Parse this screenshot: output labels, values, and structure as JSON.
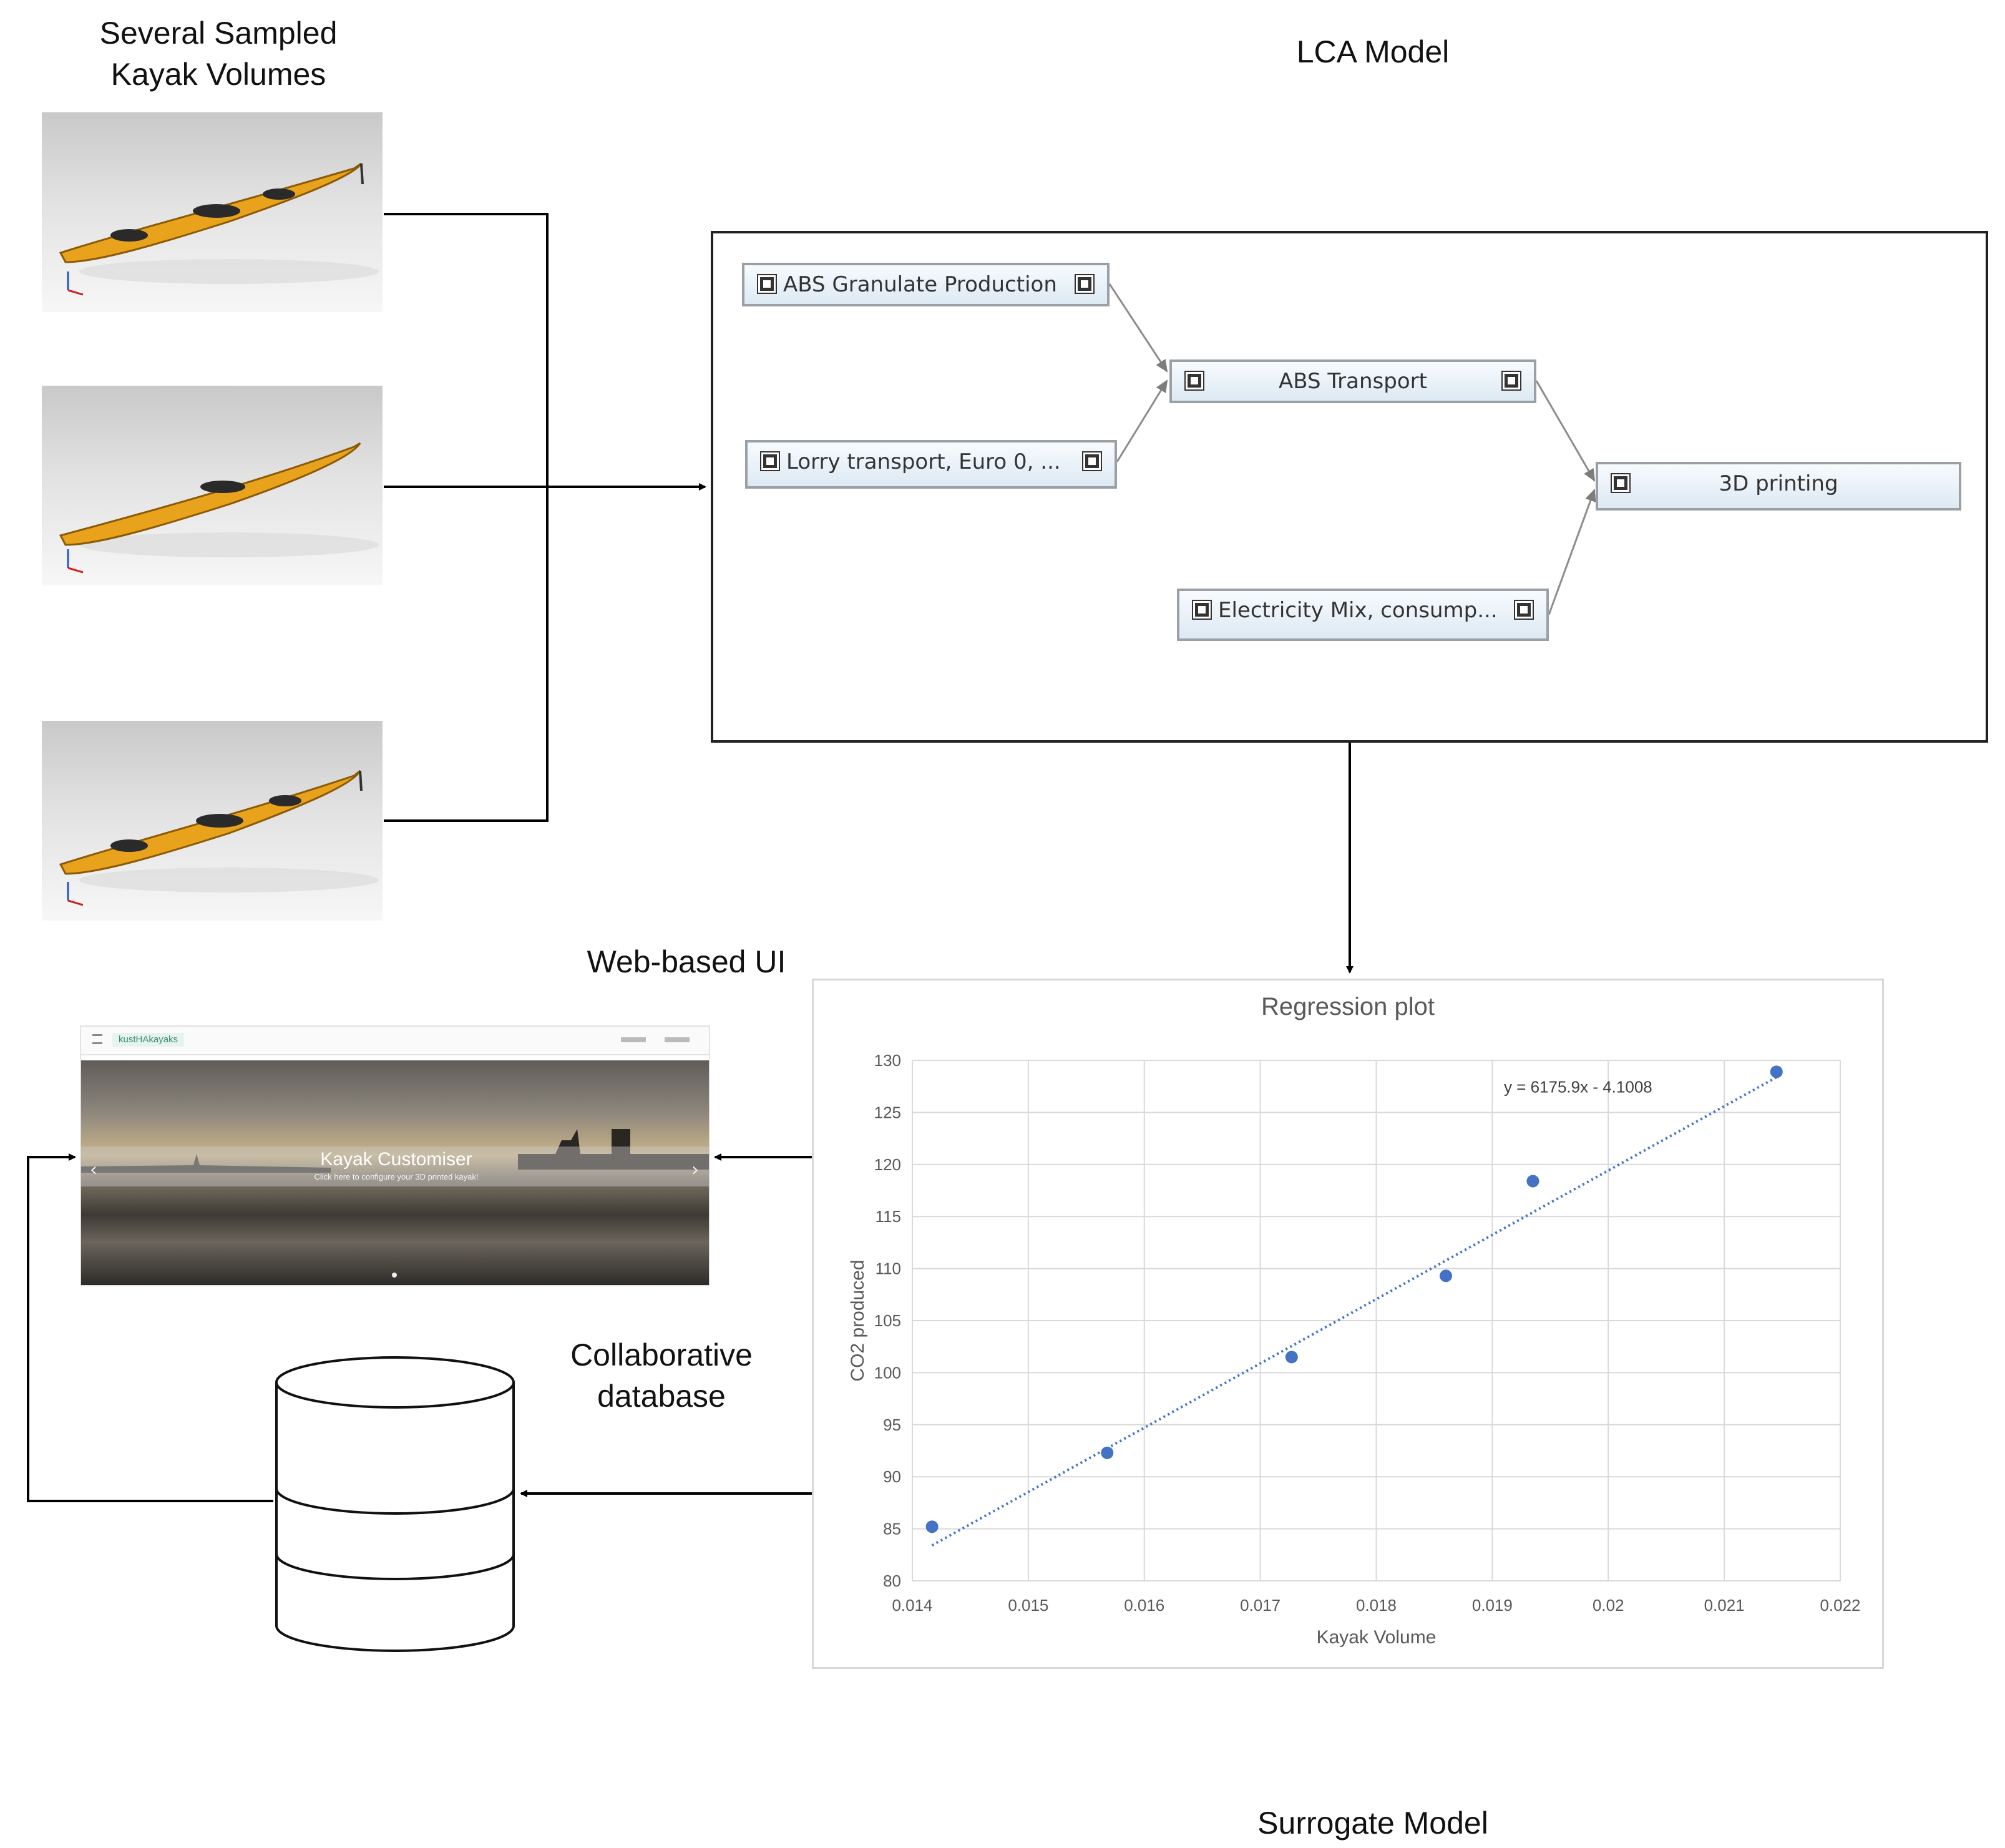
{
  "sections": {
    "kayak_title": "Several Sampled\nKayak Volumes",
    "lca_title": "LCA Model",
    "web_ui_title": "Web-based UI",
    "database_title": "Collaborative\ndatabase",
    "surrogate_title": "Surrogate Model"
  },
  "lca_nodes": [
    {
      "id": "abs-granulate",
      "label": "ABS Granulate Production"
    },
    {
      "id": "lorry",
      "label": "Lorry transport, Euro 0, ..."
    },
    {
      "id": "abs-transport",
      "label": "ABS Transport"
    },
    {
      "id": "electricity",
      "label": "Electricity Mix, consump..."
    },
    {
      "id": "printing",
      "label": "3D printing"
    }
  ],
  "web_ui": {
    "brand": "kustHAkayaks",
    "hero_title": "Kayak Customiser",
    "hero_subtitle": "Click here to configure your 3D printed kayak!"
  },
  "chart_data": {
    "type": "scatter",
    "title": "Regression plot",
    "xlabel": "Kayak Volume",
    "ylabel": "CO2 produced",
    "xlim": [
      0.014,
      0.022
    ],
    "ylim": [
      80,
      130
    ],
    "x_ticks": [
      "0.014",
      "0.015",
      "0.016",
      "0.017",
      "0.018",
      "0.019",
      "0.02",
      "0.021",
      "0.022"
    ],
    "y_ticks": [
      "80",
      "85",
      "90",
      "95",
      "100",
      "105",
      "110",
      "115",
      "120",
      "125",
      "130"
    ],
    "grid": true,
    "points": [
      {
        "x": 0.01417,
        "y": 85.2
      },
      {
        "x": 0.01568,
        "y": 92.3
      },
      {
        "x": 0.01727,
        "y": 101.5
      },
      {
        "x": 0.0186,
        "y": 109.3
      },
      {
        "x": 0.01935,
        "y": 118.4
      },
      {
        "x": 0.02145,
        "y": 128.9
      }
    ],
    "trendline": {
      "slope": 6175.9,
      "intercept": -4.1008,
      "x_range": [
        0.01417,
        0.02145
      ],
      "style": "dotted"
    },
    "equation": "y = 6175.9x - 4.1008",
    "colors": {
      "points": "#4472c4",
      "trendline": "#4472c4"
    }
  }
}
